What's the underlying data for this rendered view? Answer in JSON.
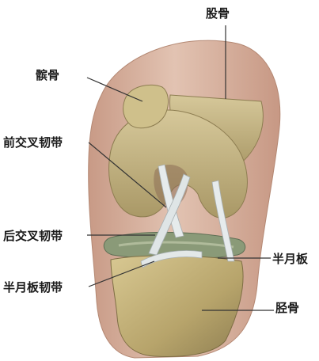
{
  "labels": {
    "femur": "股骨",
    "patella": "髌骨",
    "acl": "前交叉韧带",
    "pcl": "后交叉韧带",
    "meniscus": "半月板",
    "meniscal_ligament": "半月板韧带",
    "tibia": "胫骨"
  },
  "colors": {
    "skin": "#d9b5a3",
    "bone": "#c4b589",
    "ligament": "#e6ebec",
    "meniscus": "#8a9a78",
    "leader": "#333333"
  }
}
